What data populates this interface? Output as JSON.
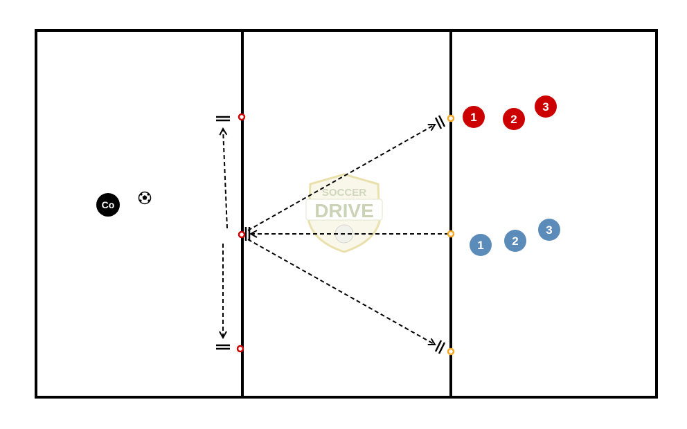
{
  "diagram": {
    "colors": {
      "field_line": "#000000",
      "red_team": "#cc0000",
      "blue_team": "#5b8bb9",
      "coach": "#000000",
      "red_cone": "#cc0000",
      "orange_cone": "#f5a623",
      "watermark": "#c9d3a6"
    },
    "coach": {
      "label": "Co"
    },
    "red_players": [
      {
        "label": "1"
      },
      {
        "label": "2"
      },
      {
        "label": "3"
      }
    ],
    "blue_players": [
      {
        "label": "1"
      },
      {
        "label": "2"
      },
      {
        "label": "3"
      }
    ],
    "ball_icon": "soccer-ball-icon",
    "watermark": {
      "top_text": "SOCCER",
      "main_text": "DRIVE"
    }
  }
}
